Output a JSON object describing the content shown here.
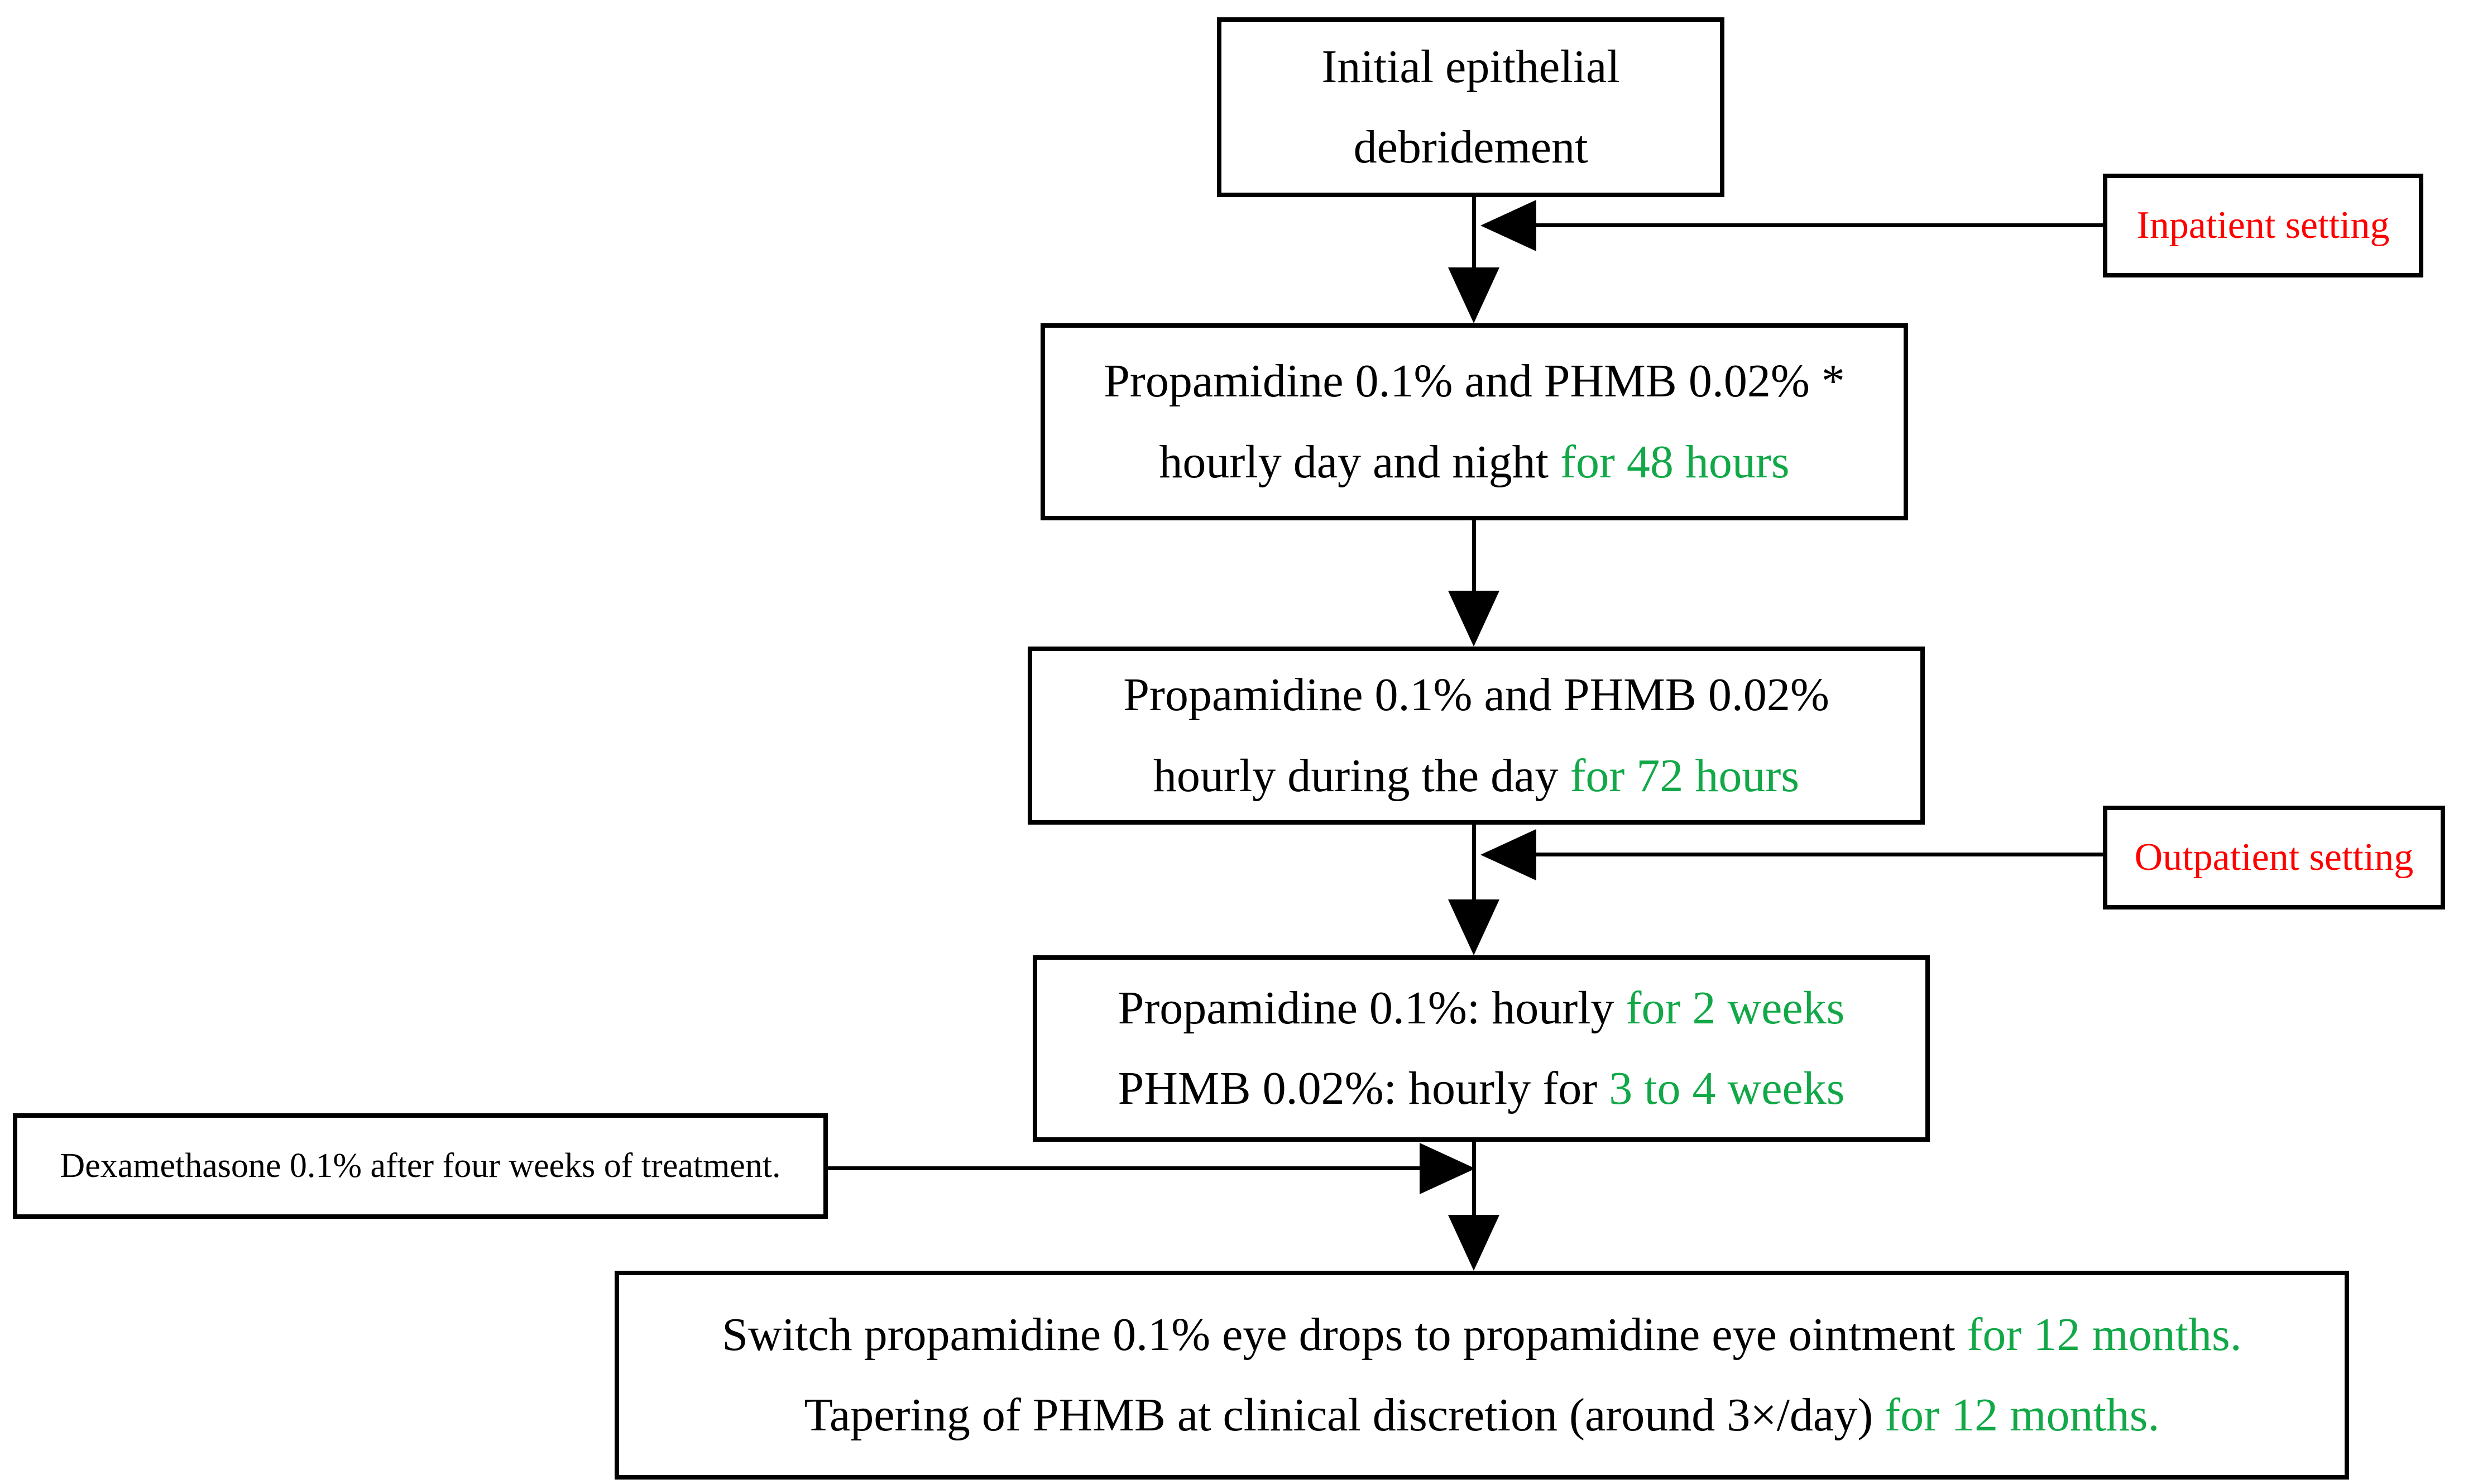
{
  "colors": {
    "green": "#12A848",
    "red": "#FE0000",
    "black": "#000000"
  },
  "flow": {
    "step1": {
      "line1": "Initial epithelial",
      "line2": "debridement"
    },
    "inpatient_label": "Inpatient setting",
    "step2": {
      "line1": "Propamidine 0.1% and PHMB 0.02% *",
      "line2_black": "hourly day and night ",
      "line2_green": "for 48 hours"
    },
    "step3": {
      "line1": "Propamidine 0.1% and PHMB 0.02%",
      "line2_black": "hourly during the day ",
      "line2_green": "for 72 hours"
    },
    "outpatient_label": "Outpatient setting",
    "step4": {
      "line1_black": "Propamidine 0.1%: hourly ",
      "line1_green": "for 2 weeks",
      "line2_black": "PHMB 0.02%: hourly for ",
      "line2_green": "3 to 4 weeks"
    },
    "dexamethasone_label": "Dexamethasone 0.1% after four weeks of treatment.",
    "step5": {
      "line1_black": "Switch propamidine 0.1% eye drops to propamidine eye ointment ",
      "line1_green": "for 12 months.",
      "line2_black": "Tapering of PHMB at clinical discretion (around 3×/day) ",
      "line2_green": "for 12 months."
    }
  }
}
